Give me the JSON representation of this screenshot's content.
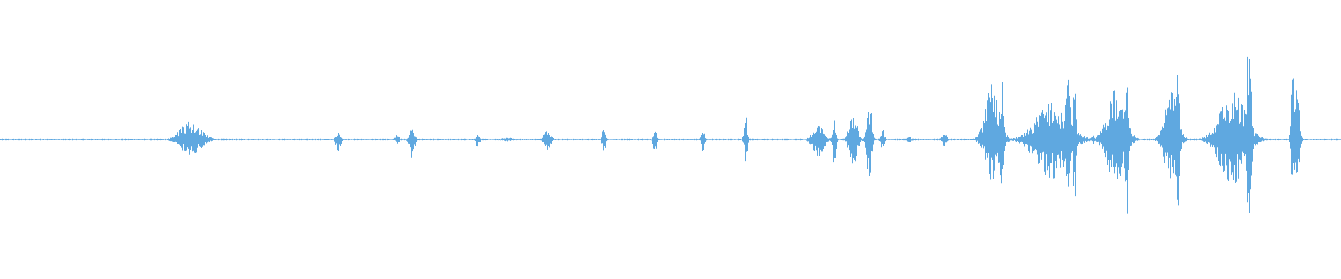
{
  "waveform": {
    "color": "#5FA8E0",
    "background": "#FFFFFF",
    "baseline_amplitude": 0.006,
    "duration_fraction_note": "",
    "segments": [
      {
        "center": 0.142,
        "width": 0.026,
        "amp_up": 0.13,
        "amp_down": 0.11
      },
      {
        "center": 0.252,
        "width": 0.006,
        "amp_up": 0.07,
        "amp_down": 0.08
      },
      {
        "center": 0.296,
        "width": 0.005,
        "amp_up": 0.04,
        "amp_down": 0.03
      },
      {
        "center": 0.307,
        "width": 0.006,
        "amp_up": 0.12,
        "amp_down": 0.13
      },
      {
        "center": 0.356,
        "width": 0.004,
        "amp_up": 0.05,
        "amp_down": 0.06
      },
      {
        "center": 0.378,
        "width": 0.02,
        "amp_up": 0.012,
        "amp_down": 0.012
      },
      {
        "center": 0.408,
        "width": 0.008,
        "amp_up": 0.08,
        "amp_down": 0.08
      },
      {
        "center": 0.45,
        "width": 0.004,
        "amp_up": 0.09,
        "amp_down": 0.1
      },
      {
        "center": 0.488,
        "width": 0.004,
        "amp_up": 0.09,
        "amp_down": 0.1
      },
      {
        "center": 0.524,
        "width": 0.004,
        "amp_up": 0.1,
        "amp_down": 0.1
      },
      {
        "center": 0.556,
        "width": 0.004,
        "amp_up": 0.16,
        "amp_down": 0.16
      },
      {
        "center": 0.61,
        "width": 0.014,
        "amp_up": 0.1,
        "amp_down": 0.12
      },
      {
        "center": 0.622,
        "width": 0.004,
        "amp_up": 0.2,
        "amp_down": 0.2
      },
      {
        "center": 0.636,
        "width": 0.01,
        "amp_up": 0.18,
        "amp_down": 0.18
      },
      {
        "center": 0.648,
        "width": 0.006,
        "amp_up": 0.28,
        "amp_down": 0.28
      },
      {
        "center": 0.658,
        "width": 0.004,
        "amp_up": 0.08,
        "amp_down": 0.08
      },
      {
        "center": 0.678,
        "width": 0.006,
        "amp_up": 0.02,
        "amp_down": 0.02
      },
      {
        "center": 0.704,
        "width": 0.006,
        "amp_up": 0.05,
        "amp_down": 0.05
      },
      {
        "center": 0.74,
        "width": 0.018,
        "amp_up": 0.4,
        "amp_down": 0.3
      },
      {
        "center": 0.747,
        "width": 0.004,
        "amp_up": 0.44,
        "amp_down": 0.44
      },
      {
        "center": 0.784,
        "width": 0.04,
        "amp_up": 0.26,
        "amp_down": 0.28
      },
      {
        "center": 0.796,
        "width": 0.006,
        "amp_up": 0.44,
        "amp_down": 0.46
      },
      {
        "center": 0.801,
        "width": 0.004,
        "amp_up": 0.46,
        "amp_down": 0.46
      },
      {
        "center": 0.815,
        "width": 0.004,
        "amp_up": 0.03,
        "amp_down": 0.03
      },
      {
        "center": 0.832,
        "width": 0.022,
        "amp_up": 0.36,
        "amp_down": 0.32
      },
      {
        "center": 0.84,
        "width": 0.004,
        "amp_up": 0.62,
        "amp_down": 0.64
      },
      {
        "center": 0.873,
        "width": 0.016,
        "amp_up": 0.34,
        "amp_down": 0.3
      },
      {
        "center": 0.878,
        "width": 0.004,
        "amp_up": 0.58,
        "amp_down": 0.58
      },
      {
        "center": 0.919,
        "width": 0.032,
        "amp_up": 0.34,
        "amp_down": 0.32
      },
      {
        "center": 0.931,
        "width": 0.006,
        "amp_up": 0.66,
        "amp_down": 0.7
      },
      {
        "center": 0.967,
        "width": 0.006,
        "amp_up": 0.36,
        "amp_down": 0.3
      },
      {
        "center": 0.964,
        "width": 0.004,
        "amp_up": 0.48,
        "amp_down": 0.42
      }
    ]
  }
}
